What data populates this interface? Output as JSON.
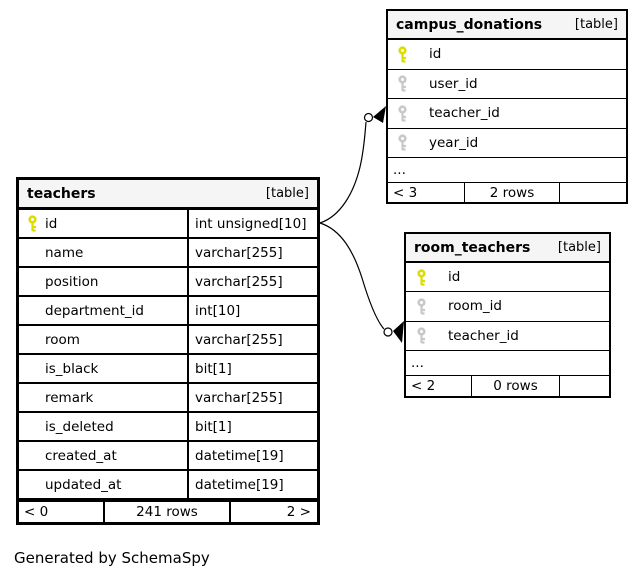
{
  "page": {
    "generated_by": "Generated by SchemaSpy"
  },
  "colors": {
    "header_bg": "#f5f5f5",
    "border": "#000000",
    "primary_key": "#dcdc00",
    "foreign_key": "#c8c8c8",
    "background": "#ffffff"
  },
  "tables": [
    {
      "name": "teachers",
      "badge": "[table]",
      "columns": [
        {
          "name": "id",
          "type": "int unsigned[10]",
          "key": "primary"
        },
        {
          "name": "name",
          "type": "varchar[255]"
        },
        {
          "name": "position",
          "type": "varchar[255]"
        },
        {
          "name": "department_id",
          "type": "int[10]"
        },
        {
          "name": "room",
          "type": "varchar[255]"
        },
        {
          "name": "is_black",
          "type": "bit[1]"
        },
        {
          "name": "remark",
          "type": "varchar[255]"
        },
        {
          "name": "is_deleted",
          "type": "bit[1]"
        },
        {
          "name": "created_at",
          "type": "datetime[19]"
        },
        {
          "name": "updated_at",
          "type": "datetime[19]"
        }
      ],
      "footer": {
        "left": "< 0",
        "center": "241 rows",
        "right": "2 >"
      }
    },
    {
      "name": "campus_donations",
      "badge": "[table]",
      "columns": [
        {
          "name": "id",
          "key": "primary"
        },
        {
          "name": "user_id",
          "key": "foreign"
        },
        {
          "name": "teacher_id",
          "key": "foreign"
        },
        {
          "name": "year_id",
          "key": "foreign"
        }
      ],
      "ellipsis": "...",
      "footer": {
        "left": "< 3",
        "center": "2 rows",
        "right": ""
      }
    },
    {
      "name": "room_teachers",
      "badge": "[table]",
      "columns": [
        {
          "name": "id",
          "key": "primary"
        },
        {
          "name": "room_id",
          "key": "foreign"
        },
        {
          "name": "teacher_id",
          "key": "foreign"
        }
      ],
      "ellipsis": "...",
      "footer": {
        "left": "< 2",
        "center": "0 rows",
        "right": ""
      }
    }
  ],
  "relationships": [
    {
      "from": "teachers.id",
      "to": "campus_donations.teacher_id"
    },
    {
      "from": "teachers.id",
      "to": "room_teachers.teacher_id"
    }
  ]
}
